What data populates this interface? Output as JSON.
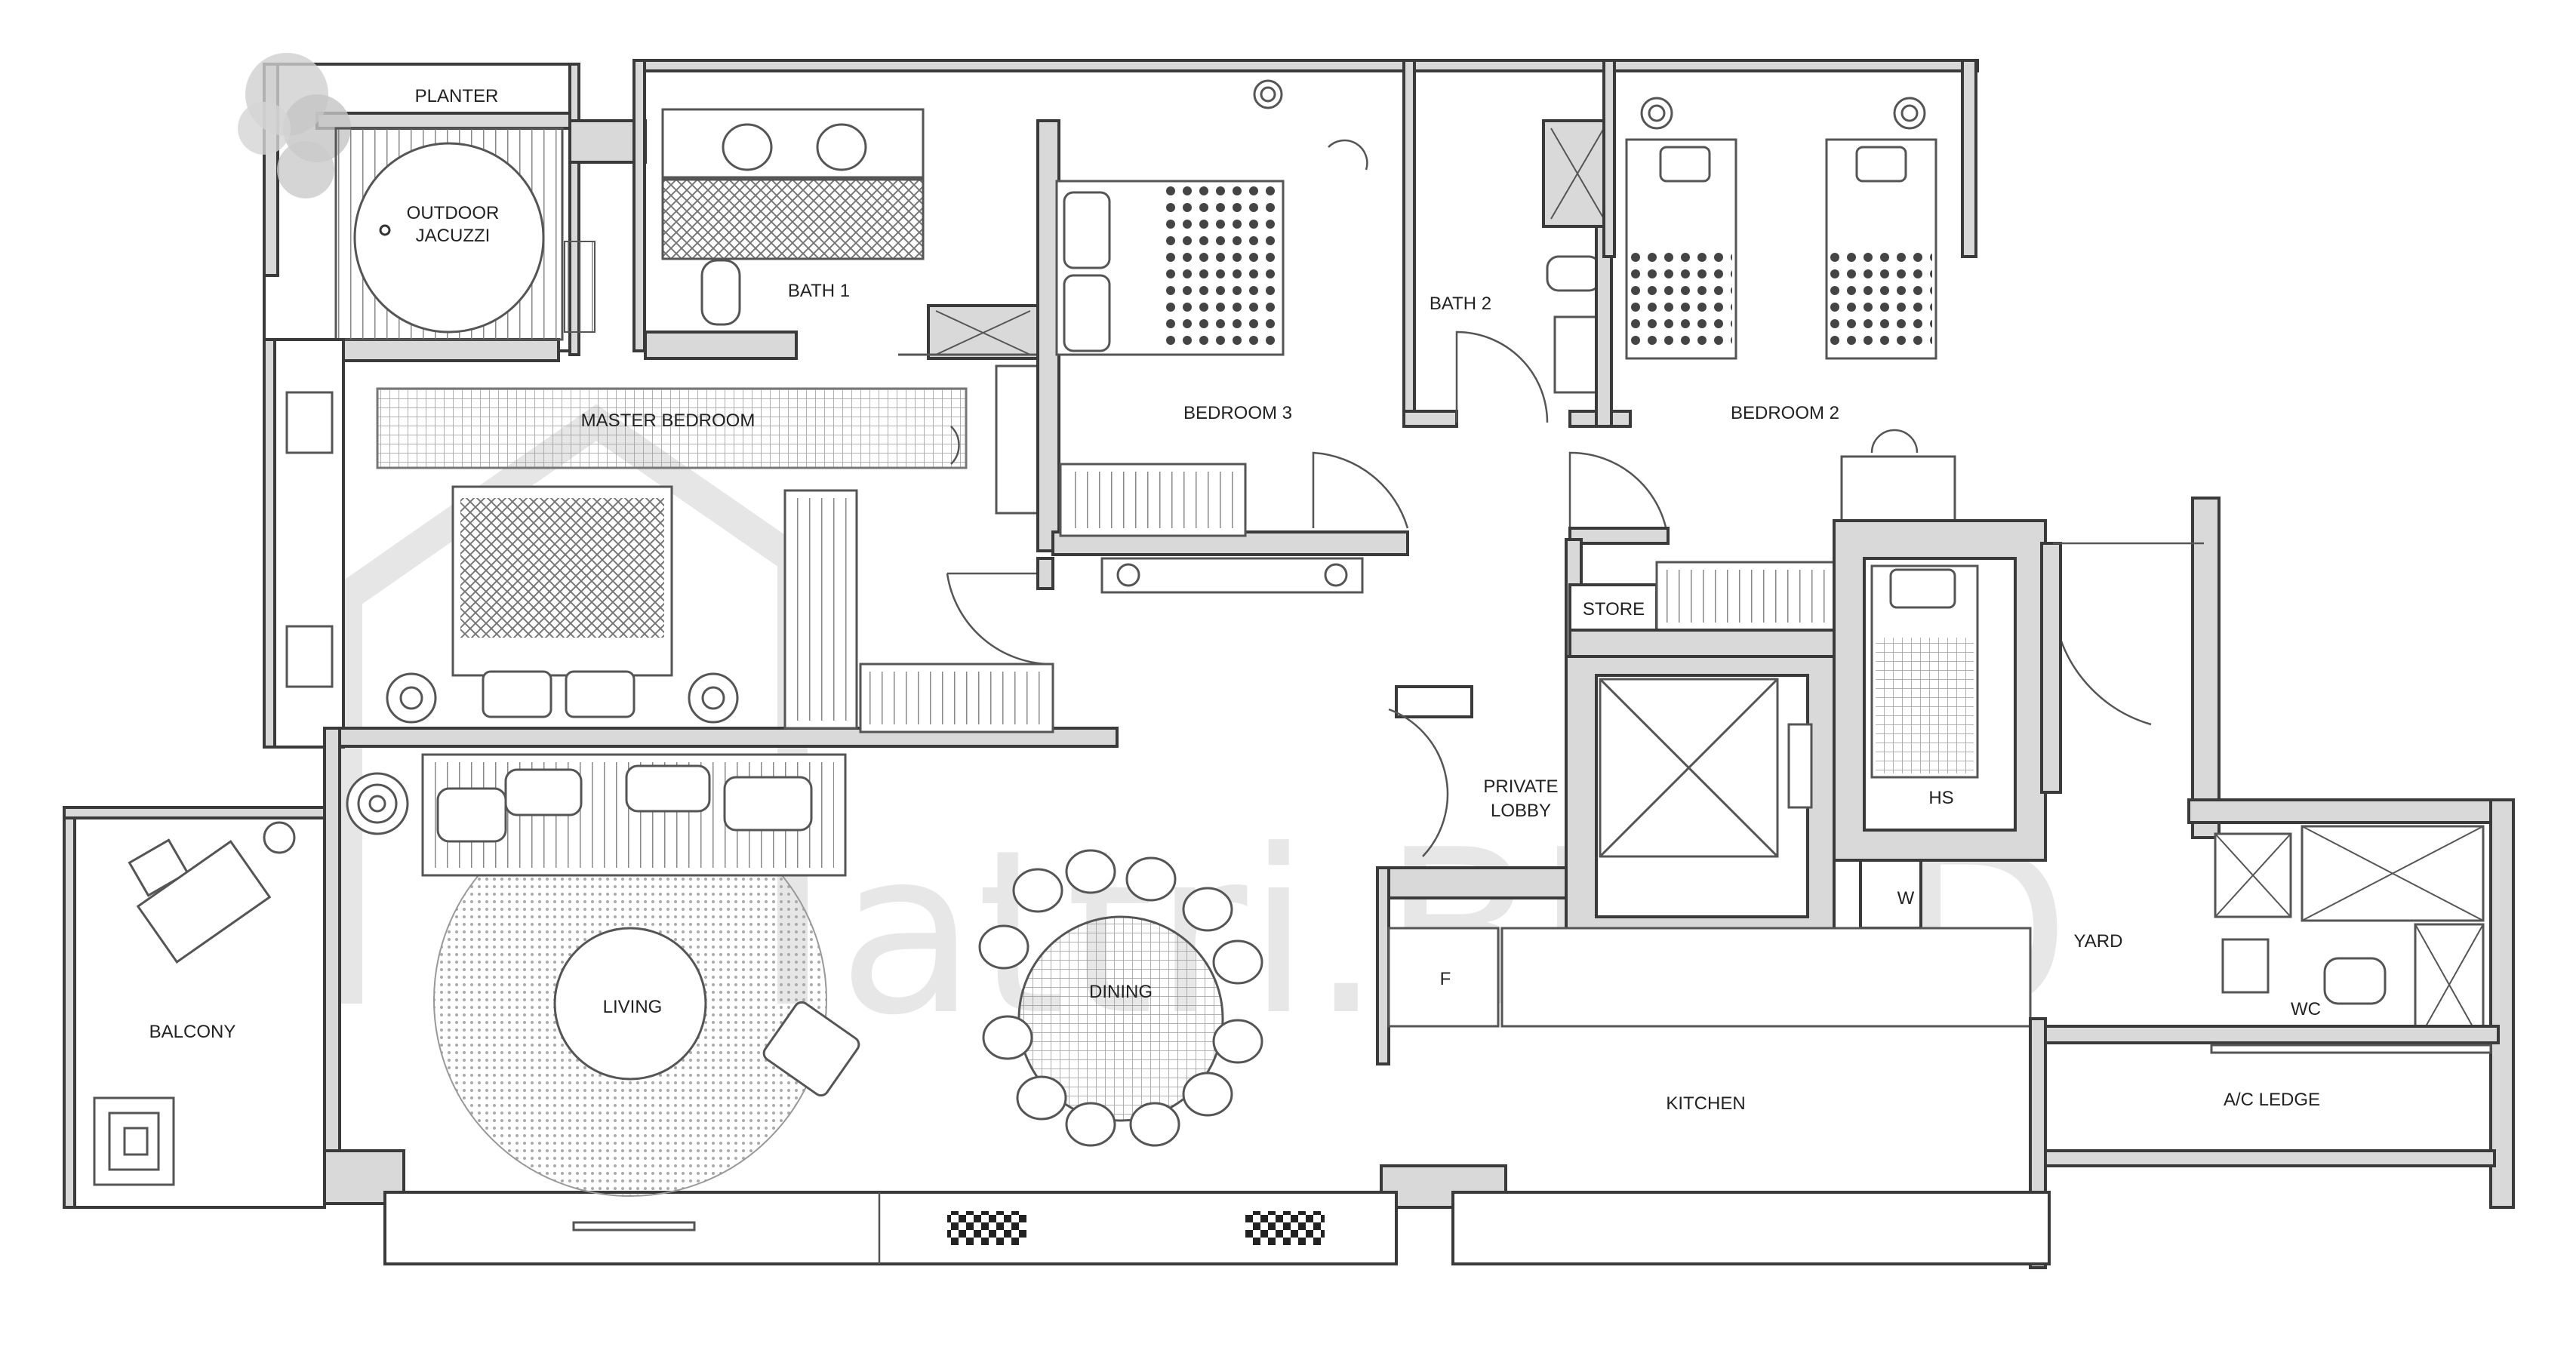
{
  "rooms": {
    "planter": "PLANTER",
    "outdoor_jacuzzi_line1": "OUTDOOR",
    "outdoor_jacuzzi_line2": "JACUZZI",
    "bath1": "BATH 1",
    "bath2": "BATH 2",
    "master_bedroom": "MASTER BEDROOM",
    "bedroom3": "BEDROOM 3",
    "bedroom2": "BEDROOM 2",
    "store": "STORE",
    "private_lobby_line1": "PRIVATE",
    "private_lobby_line2": "LOBBY",
    "hs": "HS",
    "w": "W",
    "yard": "YARD",
    "wc": "WC",
    "f": "F",
    "kitchen": "KITCHEN",
    "ac_ledge": "A/C LEDGE",
    "balcony": "BALCONY",
    "living": "LIVING",
    "dining": "DINING"
  },
  "watermark": "attri.BUILD",
  "colors": {
    "wall_fill": "#d9d9d9",
    "line": "#3a3a3a",
    "watermark": "#bdbdbd"
  }
}
